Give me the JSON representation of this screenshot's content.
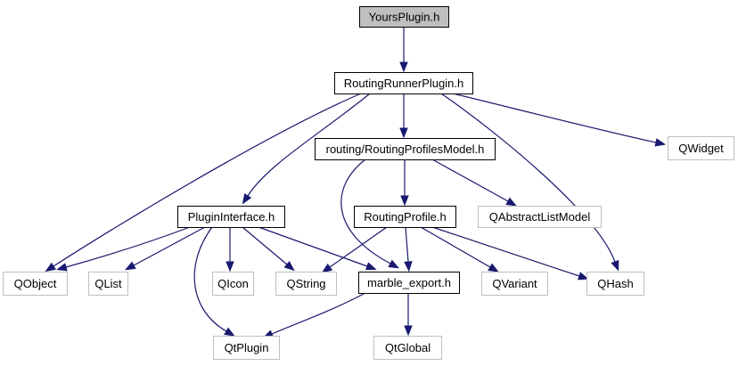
{
  "diagram": {
    "colors": {
      "edge": "#191970",
      "box_border_primary": "#000000",
      "box_border_external": "#bfbfbf",
      "box_fill_root": "#bfbfbf",
      "box_fill": "#ffffff"
    },
    "nodes": [
      {
        "id": "yours_plugin",
        "label": "YoursPlugin.h",
        "kind": "root"
      },
      {
        "id": "routing_runner_plugin",
        "label": "RoutingRunnerPlugin.h",
        "kind": "header"
      },
      {
        "id": "qwidget",
        "label": "QWidget",
        "kind": "external"
      },
      {
        "id": "routing_profiles_model",
        "label": "routing/RoutingProfilesModel.h",
        "kind": "header"
      },
      {
        "id": "plugin_interface",
        "label": "PluginInterface.h",
        "kind": "header"
      },
      {
        "id": "routing_profile",
        "label": "RoutingProfile.h",
        "kind": "header"
      },
      {
        "id": "qabstractlistmodel",
        "label": "QAbstractListModel",
        "kind": "external"
      },
      {
        "id": "qobject",
        "label": "QObject",
        "kind": "external"
      },
      {
        "id": "qlist",
        "label": "QList",
        "kind": "external"
      },
      {
        "id": "qicon",
        "label": "QIcon",
        "kind": "external"
      },
      {
        "id": "qstring",
        "label": "QString",
        "kind": "external"
      },
      {
        "id": "marble_export",
        "label": "marble_export.h",
        "kind": "header"
      },
      {
        "id": "qvariant",
        "label": "QVariant",
        "kind": "external"
      },
      {
        "id": "qhash",
        "label": "QHash",
        "kind": "external"
      },
      {
        "id": "qtplugin",
        "label": "QtPlugin",
        "kind": "external"
      },
      {
        "id": "qtglobal",
        "label": "QtGlobal",
        "kind": "external"
      }
    ],
    "edges": [
      {
        "from": "yours_plugin",
        "to": "routing_runner_plugin"
      },
      {
        "from": "routing_runner_plugin",
        "to": "qobject"
      },
      {
        "from": "routing_runner_plugin",
        "to": "plugin_interface"
      },
      {
        "from": "routing_runner_plugin",
        "to": "routing_profiles_model"
      },
      {
        "from": "routing_runner_plugin",
        "to": "qhash"
      },
      {
        "from": "routing_runner_plugin",
        "to": "qwidget"
      },
      {
        "from": "routing_profiles_model",
        "to": "marble_export"
      },
      {
        "from": "routing_profiles_model",
        "to": "routing_profile"
      },
      {
        "from": "routing_profiles_model",
        "to": "qabstractlistmodel"
      },
      {
        "from": "plugin_interface",
        "to": "qobject"
      },
      {
        "from": "plugin_interface",
        "to": "qlist"
      },
      {
        "from": "plugin_interface",
        "to": "qtplugin"
      },
      {
        "from": "plugin_interface",
        "to": "qicon"
      },
      {
        "from": "plugin_interface",
        "to": "qstring"
      },
      {
        "from": "plugin_interface",
        "to": "marble_export"
      },
      {
        "from": "routing_profile",
        "to": "qstring"
      },
      {
        "from": "routing_profile",
        "to": "marble_export"
      },
      {
        "from": "routing_profile",
        "to": "qvariant"
      },
      {
        "from": "routing_profile",
        "to": "qhash"
      },
      {
        "from": "marble_export",
        "to": "qtplugin"
      },
      {
        "from": "marble_export",
        "to": "qtglobal"
      }
    ]
  }
}
